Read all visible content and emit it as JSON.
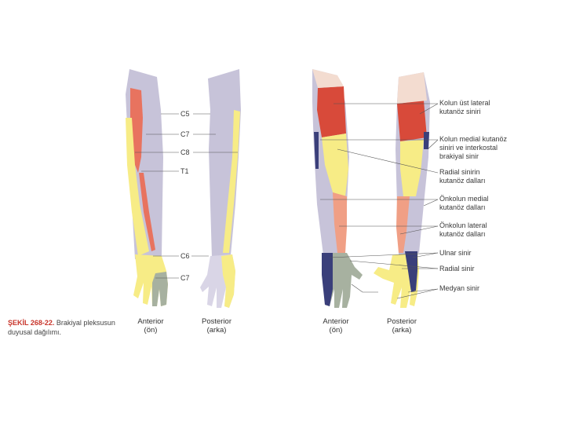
{
  "left_figure": {
    "segments": [
      "C5",
      "C7",
      "C8",
      "T1",
      "C6",
      "C7"
    ],
    "views": [
      {
        "name": "Anterior",
        "sub": "(ön)"
      },
      {
        "name": "Posterior",
        "sub": "(arka)"
      }
    ]
  },
  "right_figure": {
    "labels": [
      {
        "line1": "Kolun üst lateral",
        "line2": "kutanöz siniri",
        "line3": ""
      },
      {
        "line1": "Kolun medial kutanöz",
        "line2": "siniri ve interkostal",
        "line3": "brakiyal sinir"
      },
      {
        "line1": "Radial sinirin",
        "line2": "kutanöz dalları",
        "line3": ""
      },
      {
        "line1": "Önkolun medial",
        "line2": "kutanöz dalları",
        "line3": ""
      },
      {
        "line1": "Önkolun lateral",
        "line2": "kutanöz dalları",
        "line3": ""
      },
      {
        "line1": "Ulnar sinir",
        "line2": "",
        "line3": ""
      },
      {
        "line1": "Radial sinir",
        "line2": "",
        "line3": ""
      },
      {
        "line1": "Medyan sinir",
        "line2": "",
        "line3": ""
      }
    ],
    "views": [
      {
        "name": "Anterior",
        "sub": "(ön)"
      },
      {
        "name": "Posterior",
        "sub": "(arka)"
      }
    ]
  },
  "caption": {
    "figure_no": "ŞEKİL 268-22.",
    "text_line1": "Brakiyal pleksusun",
    "text_line2": "duyusal dağılımı."
  },
  "colors": {
    "dermatome_red": "#e8735f",
    "dermatome_yellow": "#f7ec86",
    "dermatome_lavender": "#c7c3d9",
    "upper_lateral_red": "#d84a3a",
    "salmon": "#f09f85",
    "ulnar_navy": "#3a3f7a",
    "median_grey_green": "#a7b1a0",
    "skin": "#f3dcd0"
  }
}
